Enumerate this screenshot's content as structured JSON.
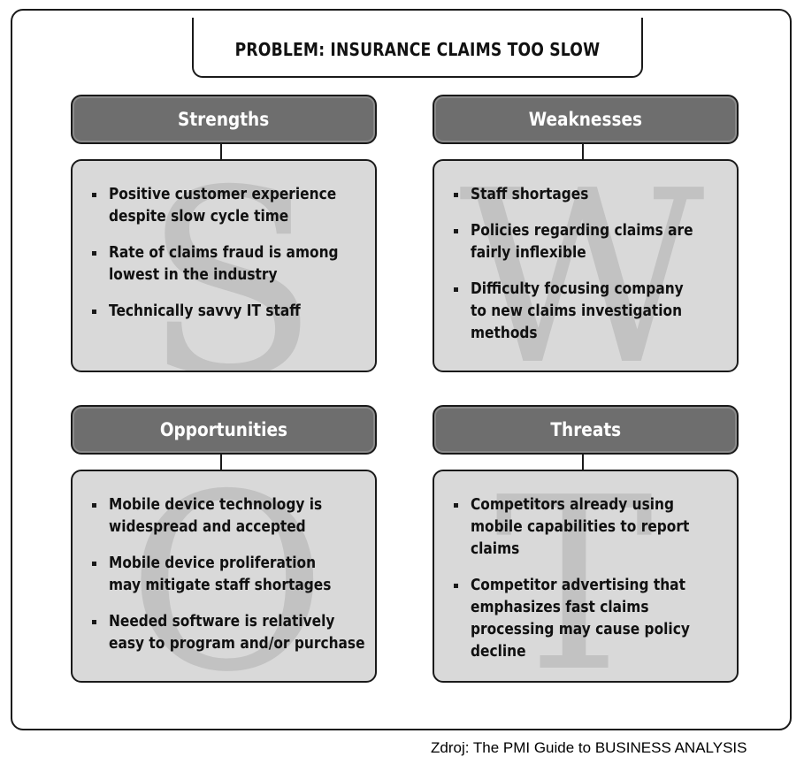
{
  "problem": {
    "title": "PROBLEM: INSURANCE CLAIMS TOO SLOW"
  },
  "quadrants": {
    "strengths": {
      "heading": "Strengths",
      "watermark_letter": "S",
      "items": [
        "Positive customer experience\ndespite slow cycle time",
        "Rate of claims fraud is among\nlowest in the industry",
        "Technically savvy IT staff"
      ]
    },
    "weaknesses": {
      "heading": "Weaknesses",
      "watermark_letter": "W",
      "items": [
        "Staff shortages",
        "Policies regarding claims are\nfairly inflexible",
        "Difficulty focusing company\nto new claims investigation\nmethods"
      ]
    },
    "opportunities": {
      "heading": "Opportunities",
      "watermark_letter": "O",
      "items": [
        "Mobile device technology is\nwidespread and accepted",
        "Mobile device proliferation\nmay mitigate staff shortages",
        "Needed software is relatively\neasy to program and/or purchase"
      ]
    },
    "threats": {
      "heading": "Threats",
      "watermark_letter": "T",
      "items": [
        "Competitors already using\nmobile capabilities to report\nclaims",
        "Competitor advertising that\nemphasizes fast claims\nprocessing may cause policy\ndecline"
      ]
    }
  },
  "source": "Zdroj: The PMI Guide to BUSINESS ANALYSIS",
  "colors": {
    "header_fill": "#6e6e6e",
    "box_fill": "#d9d9d9",
    "watermark": "#c2c2c2",
    "outline": "#1a1a1a"
  }
}
